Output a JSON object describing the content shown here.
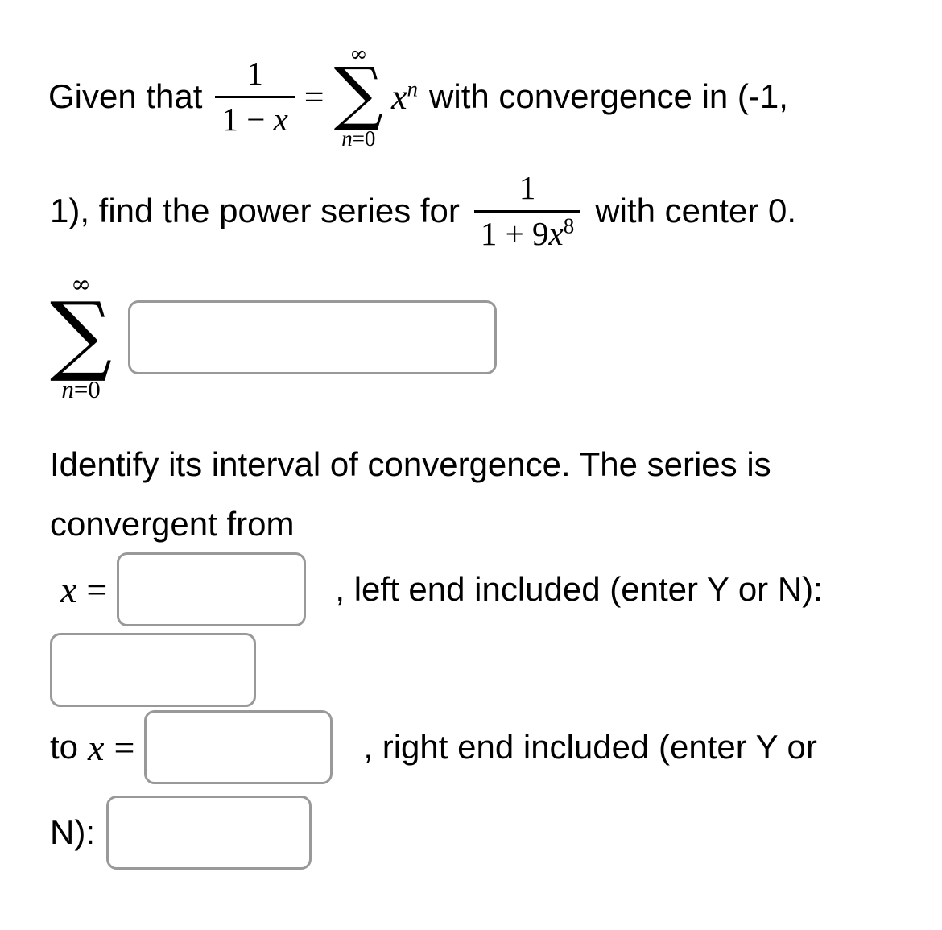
{
  "problem": {
    "line1_prefix": "Given that",
    "frac1": {
      "num": "1",
      "den_text": "1 − ",
      "den_var": "x"
    },
    "equals": "=",
    "sum1": {
      "upper": "∞",
      "sigma": "∑",
      "lower_var": "n",
      "lower_rest": "=0"
    },
    "term": {
      "base": "x",
      "exp": "n"
    },
    "line1_suffix": "with convergence in (-1,",
    "line2_prefix": "1), find the power series for",
    "frac2": {
      "num": "1",
      "den_pre": "1 + 9",
      "den_var": "x",
      "den_exp": "8"
    },
    "line2_suffix": "with center 0."
  },
  "answer_series": {
    "sum": {
      "upper": "∞",
      "sigma": "∑",
      "lower_var": "n",
      "lower_rest": "=0"
    },
    "input_value": ""
  },
  "interval": {
    "line1": "Identify its interval of convergence. The series is",
    "line2": "convergent from"
  },
  "left_end": {
    "var": "x",
    "eq": "=",
    "after_label": ", left end included (enter Y or N):",
    "endpoint_value": "",
    "included_value": ""
  },
  "right_end": {
    "prefix": "to",
    "var": "x",
    "eq": "=",
    "after_label": ", right end included (enter Y or",
    "wrap_label": "N):",
    "endpoint_value": "",
    "included_value": ""
  }
}
